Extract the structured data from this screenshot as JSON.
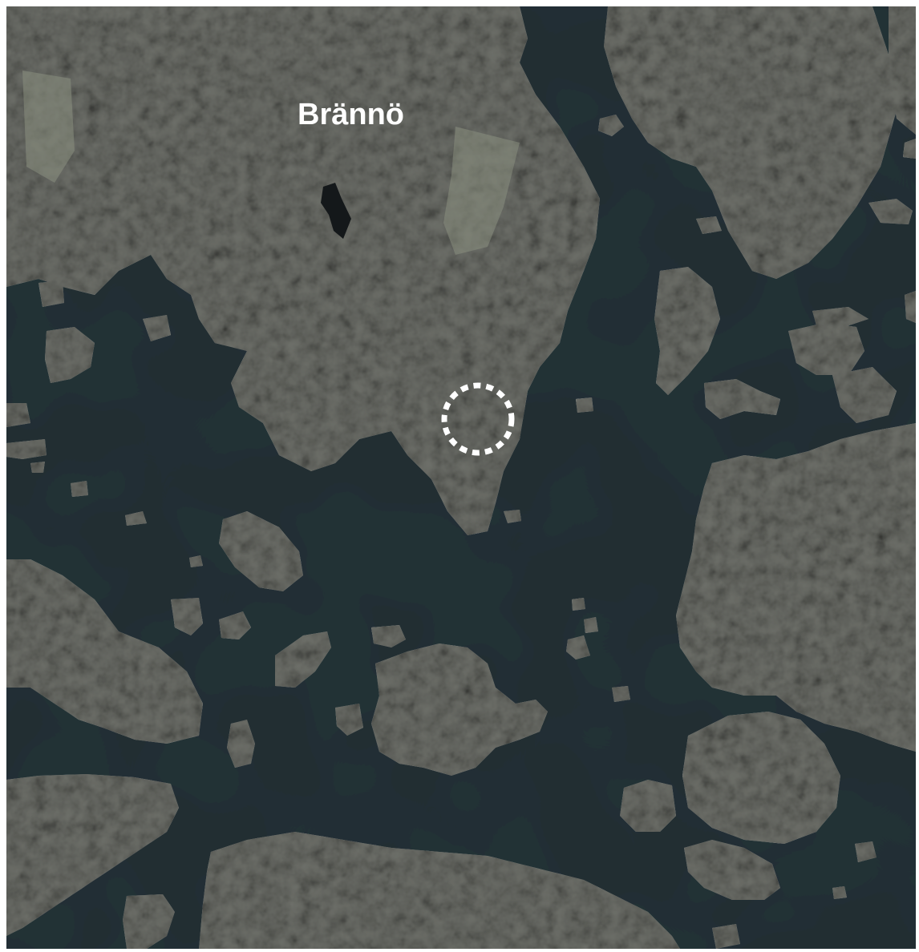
{
  "map": {
    "type": "aerial-photo",
    "colors": {
      "water": "#243236",
      "water_dark": "#1c282b",
      "land": "#6d6f69",
      "land_light": "#8c8e88",
      "land_dark": "#4a4c46",
      "field": "#8a9080",
      "lake": "#14181a",
      "label": "#ffffff",
      "marker": "#ffffff"
    },
    "labels": [
      {
        "id": "branno",
        "text": "Brännö"
      }
    ],
    "marker": {
      "style": "dashed-circle",
      "color": "#ffffff"
    }
  }
}
